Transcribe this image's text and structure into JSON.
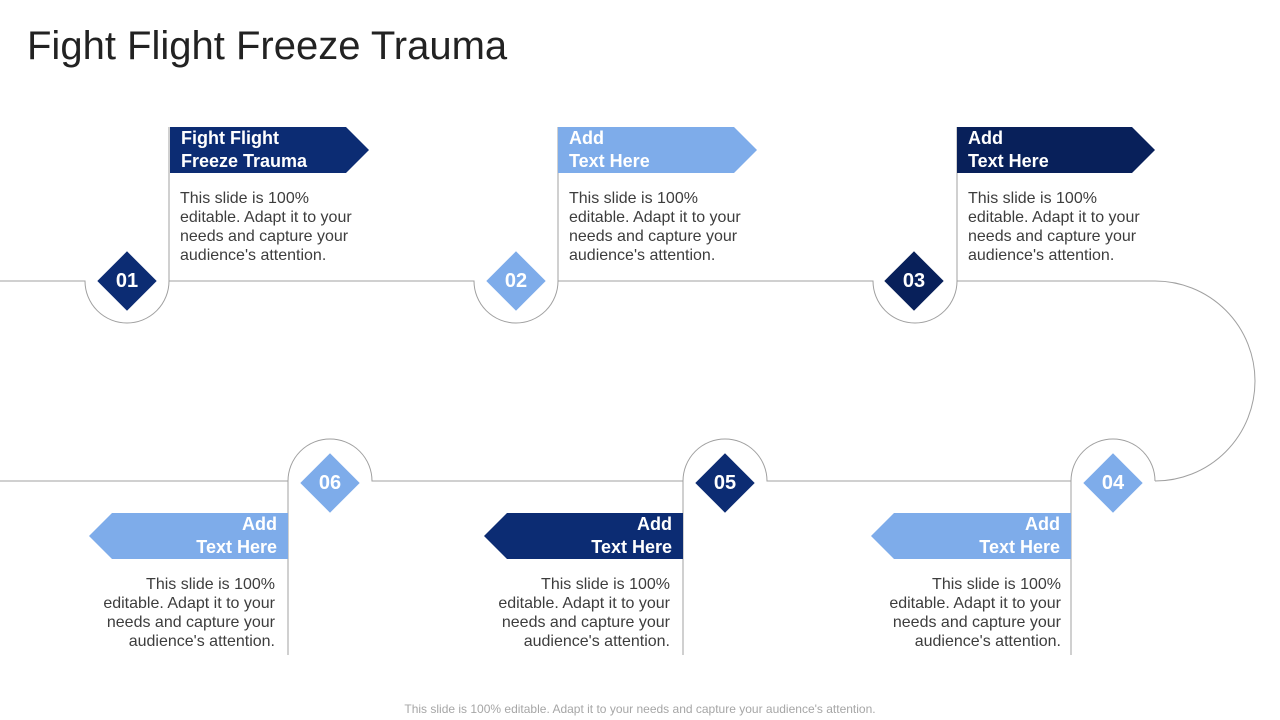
{
  "title": "Fight Flight Freeze Trauma",
  "footer": "This slide is 100% editable. Adapt it to your needs and capture your audience's attention.",
  "colors": {
    "dark_blue": "#0c2c73",
    "light_blue": "#7eacea",
    "navy": "#08205a",
    "line": "#a0a0a0"
  },
  "steps": [
    {
      "number": "01",
      "heading_line1": "Fight Flight",
      "heading_line2": "Freeze Trauma",
      "description": "This slide is 100% editable. Adapt it to your needs and capture your audience's attention."
    },
    {
      "number": "02",
      "heading_line1": "Add",
      "heading_line2": "Text Here",
      "description": "This slide is 100% editable. Adapt it to your needs and capture your audience's attention."
    },
    {
      "number": "03",
      "heading_line1": "Add",
      "heading_line2": "Text Here",
      "description": "This slide is 100% editable. Adapt it to your needs and capture your audience's attention."
    },
    {
      "number": "04",
      "heading_line1": "Add",
      "heading_line2": "Text Here",
      "description": "This slide is 100% editable. Adapt it to your needs and capture your audience's attention."
    },
    {
      "number": "05",
      "heading_line1": "Add",
      "heading_line2": "Text Here",
      "description": "This slide is 100% editable. Adapt it to your needs and capture your audience's attention."
    },
    {
      "number": "06",
      "heading_line1": "Add",
      "heading_line2": "Text Here",
      "description": "This slide is 100% editable. Adapt it to your needs and capture your audience's attention."
    }
  ]
}
